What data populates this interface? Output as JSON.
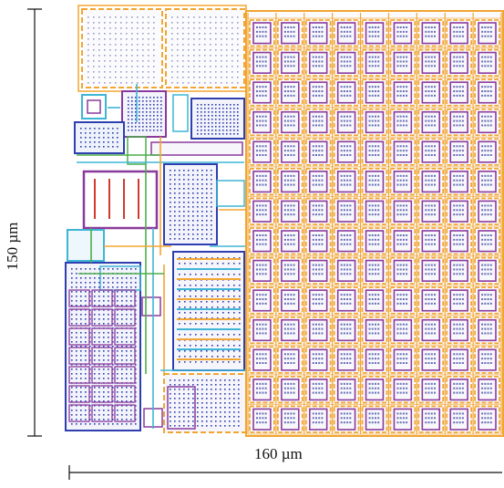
{
  "dimensions": {
    "width_label": "160 µm",
    "height_label": "150 µm"
  },
  "colors": {
    "metal_orange": "#f2a531",
    "metal_purple": "#8a3a9c",
    "metal_blue": "#2f3fb0",
    "metal_cyan": "#3fb5d6",
    "metal_green": "#4cae4c",
    "metal_red": "#d23a2e",
    "dots": "#6a6fb5",
    "scale_line": "#111111"
  },
  "array": {
    "columns": 9,
    "rows": 14
  }
}
